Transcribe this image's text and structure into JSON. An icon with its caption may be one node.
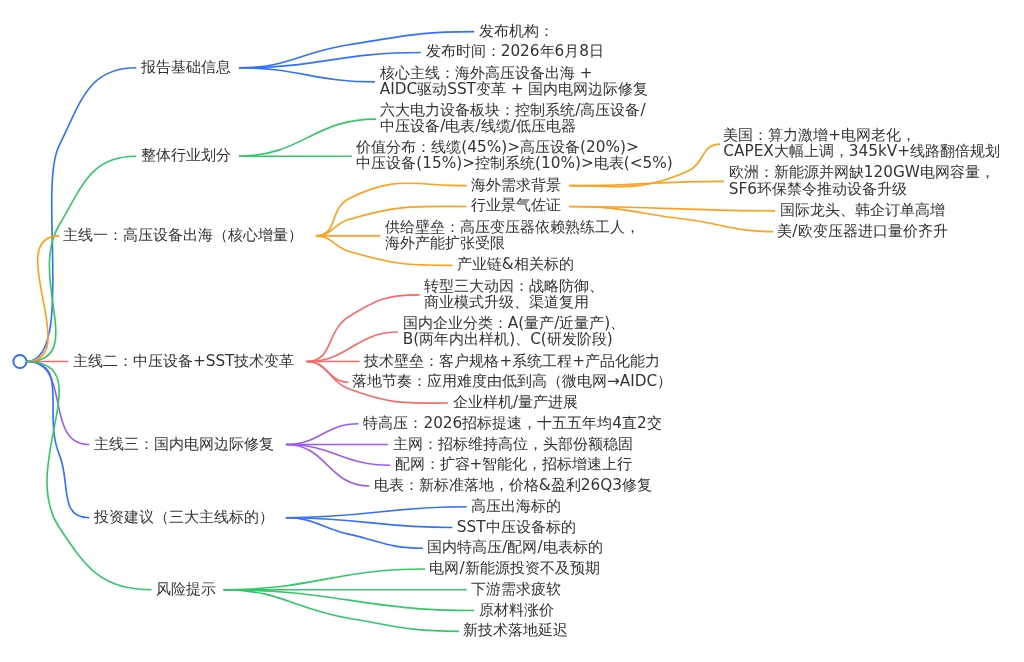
{
  "diagram": {
    "nodes": [
      {
        "text": [],
        "shape": "circle"
      },
      {
        "text": [
          "报告基础信息"
        ]
      },
      {
        "text": [
          "发布机构："
        ]
      },
      {
        "text": [
          "发布时间：2026年6月8日"
        ]
      },
      {
        "text": [
          "核心主线：海外高压设备出海 + AIDC驱动SST变革 + 国内电网边际修复"
        ]
      },
      {
        "text": [
          "整体行业划分"
        ]
      },
      {
        "text": [
          "六大电力设备板块：控制系统/高压设备/中压设备/电表/线缆/低压电器"
        ]
      },
      {
        "text": [
          "价值分布：线缆(45%)>高压设备(20%)>中压设备(15%)>控制系统(10%)>电表(<5%)"
        ]
      },
      {
        "text": [
          "主线一：高压设备出海（核心增量）"
        ]
      },
      {
        "text": [
          "海外需求背景"
        ]
      },
      {
        "text": [
          "美国：算力激增+电网老化，CAPEX大幅上调，345kV+线路翻倍规划"
        ]
      },
      {
        "text": [
          "欧洲：新能源并网缺120GW电网容量，SF6环保禁令推动设备升级"
        ]
      },
      {
        "text": [
          "行业景气佐证"
        ]
      },
      {
        "text": [
          "国际龙头、韩企订单高增"
        ]
      },
      {
        "text": [
          "美/欧变压器进口量价齐升"
        ]
      },
      {
        "text": [
          "供给壁垒：高压变压器依赖熟练工人，海外产能扩张受限"
        ]
      },
      {
        "text": [
          "产业链&相关标的"
        ]
      },
      {
        "text": [
          "主线二：中压设备+SST技术变革"
        ]
      },
      {
        "text": [
          "转型三大动因：战略防御、商业模式升级、渠道复用"
        ]
      },
      {
        "text": [
          "国内企业分类：A(量产/近量产)、B(两年内出样机)、C(研发阶段)"
        ]
      },
      {
        "text": [
          "技术壁垒：客户规格+系统工程+产品化能力"
        ]
      },
      {
        "text": [
          "落地节奏：应用难度由低到高（微电网→AIDC）"
        ]
      },
      {
        "text": [
          "企业样机/量产进展"
        ]
      },
      {
        "text": [
          "主线三：国内电网边际修复"
        ]
      },
      {
        "text": [
          "特高压：2026招标提速，十五五年均4直2交"
        ]
      },
      {
        "text": [
          "主网：招标维持高位，头部份额稳固"
        ]
      },
      {
        "text": [
          "配网：扩容+智能化，招标增速上行"
        ]
      },
      {
        "text": [
          "电表：新标准落地，价格&盈利26Q3修复"
        ]
      },
      {
        "text": [
          "投资建议（三大主线标的）"
        ]
      },
      {
        "text": [
          "高压出海标的"
        ]
      },
      {
        "text": [
          "SST中压设备标的"
        ]
      },
      {
        "text": [
          "国内特高压/配网/电表标的"
        ]
      },
      {
        "text": [
          "风险提示"
        ]
      },
      {
        "text": [
          "电网/新能源投资不及预期"
        ]
      },
      {
        "text": [
          "下游需求疲软"
        ]
      },
      {
        "text": [
          "原材料涨价"
        ]
      },
      {
        "text": [
          "新技术落地延迟"
        ]
      }
    ],
    "edges": [
      {
        "from": 0,
        "to": 1,
        "arrow": "none",
        "color": "#3370ff"
      },
      {
        "from": 1,
        "to": 2,
        "arrow": "none",
        "color": "#3370ff"
      },
      {
        "from": 1,
        "to": 3,
        "arrow": "none",
        "color": "#3370ff"
      },
      {
        "from": 1,
        "to": 4,
        "arrow": "none",
        "color": "#3370ff"
      },
      {
        "from": 0,
        "to": 5,
        "arrow": "none",
        "color": "#34c76a"
      },
      {
        "from": 5,
        "to": 6,
        "arrow": "none",
        "color": "#34c76a"
      },
      {
        "from": 5,
        "to": 7,
        "arrow": "none",
        "color": "#34c76a"
      },
      {
        "from": 0,
        "to": 8,
        "arrow": "none",
        "color": "#ffa01c"
      },
      {
        "from": 8,
        "to": 9,
        "arrow": "none",
        "color": "#ffa01c"
      },
      {
        "from": 9,
        "to": 10,
        "arrow": "none",
        "color": "#ffa01c"
      },
      {
        "from": 9,
        "to": 11,
        "arrow": "none",
        "color": "#ffa01c"
      },
      {
        "from": 8,
        "to": 12,
        "arrow": "none",
        "color": "#ffa01c"
      },
      {
        "from": 12,
        "to": 13,
        "arrow": "none",
        "color": "#ffa01c"
      },
      {
        "from": 12,
        "to": 14,
        "arrow": "none",
        "color": "#ffa01c"
      },
      {
        "from": 8,
        "to": 15,
        "arrow": "none",
        "color": "#ffa01c"
      },
      {
        "from": 8,
        "to": 16,
        "arrow": "none",
        "color": "#ffa01c"
      },
      {
        "from": 0,
        "to": 17,
        "arrow": "none",
        "color": "#f76b6b"
      },
      {
        "from": 17,
        "to": 18,
        "arrow": "none",
        "color": "#f76b6b"
      },
      {
        "from": 17,
        "to": 19,
        "arrow": "none",
        "color": "#f76b6b"
      },
      {
        "from": 17,
        "to": 20,
        "arrow": "none",
        "color": "#f76b6b"
      },
      {
        "from": 17,
        "to": 21,
        "arrow": "none",
        "color": "#f76b6b"
      },
      {
        "from": 17,
        "to": 22,
        "arrow": "none",
        "color": "#f76b6b"
      },
      {
        "from": 0,
        "to": 23,
        "arrow": "none",
        "color": "#9d5cf0"
      },
      {
        "from": 23,
        "to": 24,
        "arrow": "none",
        "color": "#9d5cf0"
      },
      {
        "from": 23,
        "to": 25,
        "arrow": "none",
        "color": "#9d5cf0"
      },
      {
        "from": 23,
        "to": 26,
        "arrow": "none",
        "color": "#9d5cf0"
      },
      {
        "from": 23,
        "to": 27,
        "arrow": "none",
        "color": "#9d5cf0"
      },
      {
        "from": 0,
        "to": 28,
        "arrow": "none",
        "color": "#3370ff"
      },
      {
        "from": 28,
        "to": 29,
        "arrow": "none",
        "color": "#3370ff"
      },
      {
        "from": 28,
        "to": 30,
        "arrow": "none",
        "color": "#3370ff"
      },
      {
        "from": 28,
        "to": 31,
        "arrow": "none",
        "color": "#3370ff"
      },
      {
        "from": 0,
        "to": 32,
        "arrow": "none",
        "color": "#34c76a"
      },
      {
        "from": 32,
        "to": 33,
        "arrow": "none",
        "color": "#34c76a"
      },
      {
        "from": 32,
        "to": 34,
        "arrow": "none",
        "color": "#34c76a"
      },
      {
        "from": 32,
        "to": 35,
        "arrow": "none",
        "color": "#34c76a"
      },
      {
        "from": 32,
        "to": 36,
        "arrow": "none",
        "color": "#34c76a"
      }
    ]
  }
}
